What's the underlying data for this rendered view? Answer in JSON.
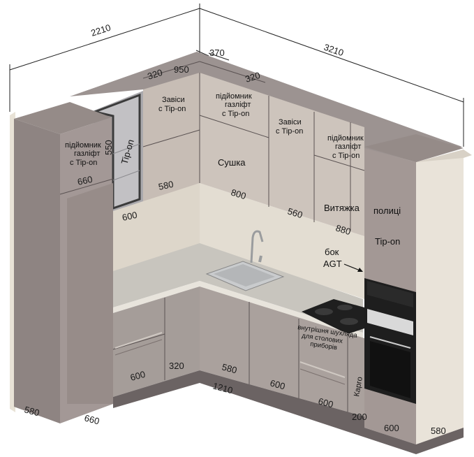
{
  "dimensions": {
    "overall_left": "2210",
    "overall_right": "3210",
    "corner_depth": "370",
    "upper_left_depth": "320",
    "corner_width": "950",
    "upper_right_depth": "320",
    "glass_height": "550",
    "left_tall_depth_top": "660",
    "glass_depth": "580",
    "glass_width": "600",
    "dryer_width": "800",
    "mid_width": "560",
    "hood_width": "880",
    "base_left_1": "600",
    "base_left_2": "320",
    "base_right_1": "580",
    "base_right_2": "600",
    "base_right_3": "600",
    "cargo_width": "200",
    "oven_width": "600",
    "base_total": "1210",
    "left_tall_depth": "580",
    "left_floor_depth": "660",
    "right_tall_depth": "580"
  },
  "labels": {
    "left_tall_line1": "підйомник",
    "left_tall_line2": "газліфт",
    "left_tall_line3": "с Tip-on",
    "glass_door": "Tip-on",
    "hinges_1": "Завіси",
    "hinges_1_b": "с Tip-on",
    "corner_lift_1": "підйомник",
    "corner_lift_2": "газліфт",
    "corner_lift_3": "с Tip-on",
    "dryer": "Сушка",
    "hinges_2": "Завіси",
    "hinges_2_b": "с Tip-on",
    "right_lift_1": "підйомник",
    "right_lift_2": "газліфт",
    "right_lift_3": "с Tip-on",
    "hood": "Витяжка",
    "shelves": "полиці",
    "shelves_tipon": "Tip-on",
    "side_agt_1": "бок",
    "side_agt_2": "AGT",
    "drawer_1": "внутрішня шухляда",
    "drawer_2": "для столових",
    "drawer_3": "приборів",
    "cargo": "Карго"
  },
  "colors": {
    "cabinet_front": "#b3aba6",
    "cabinet_upper": "#c9c0b9",
    "cabinet_side": "#8c8280",
    "tall_front": "#9a8f8c",
    "countertop": "#cbc9c2",
    "backsplash": "#ded8cd",
    "floor_shadow": "#6f6767",
    "wall_side": "#e6dfd4",
    "glass": "#a9a9ad",
    "appliance": "#2b2b2b"
  }
}
